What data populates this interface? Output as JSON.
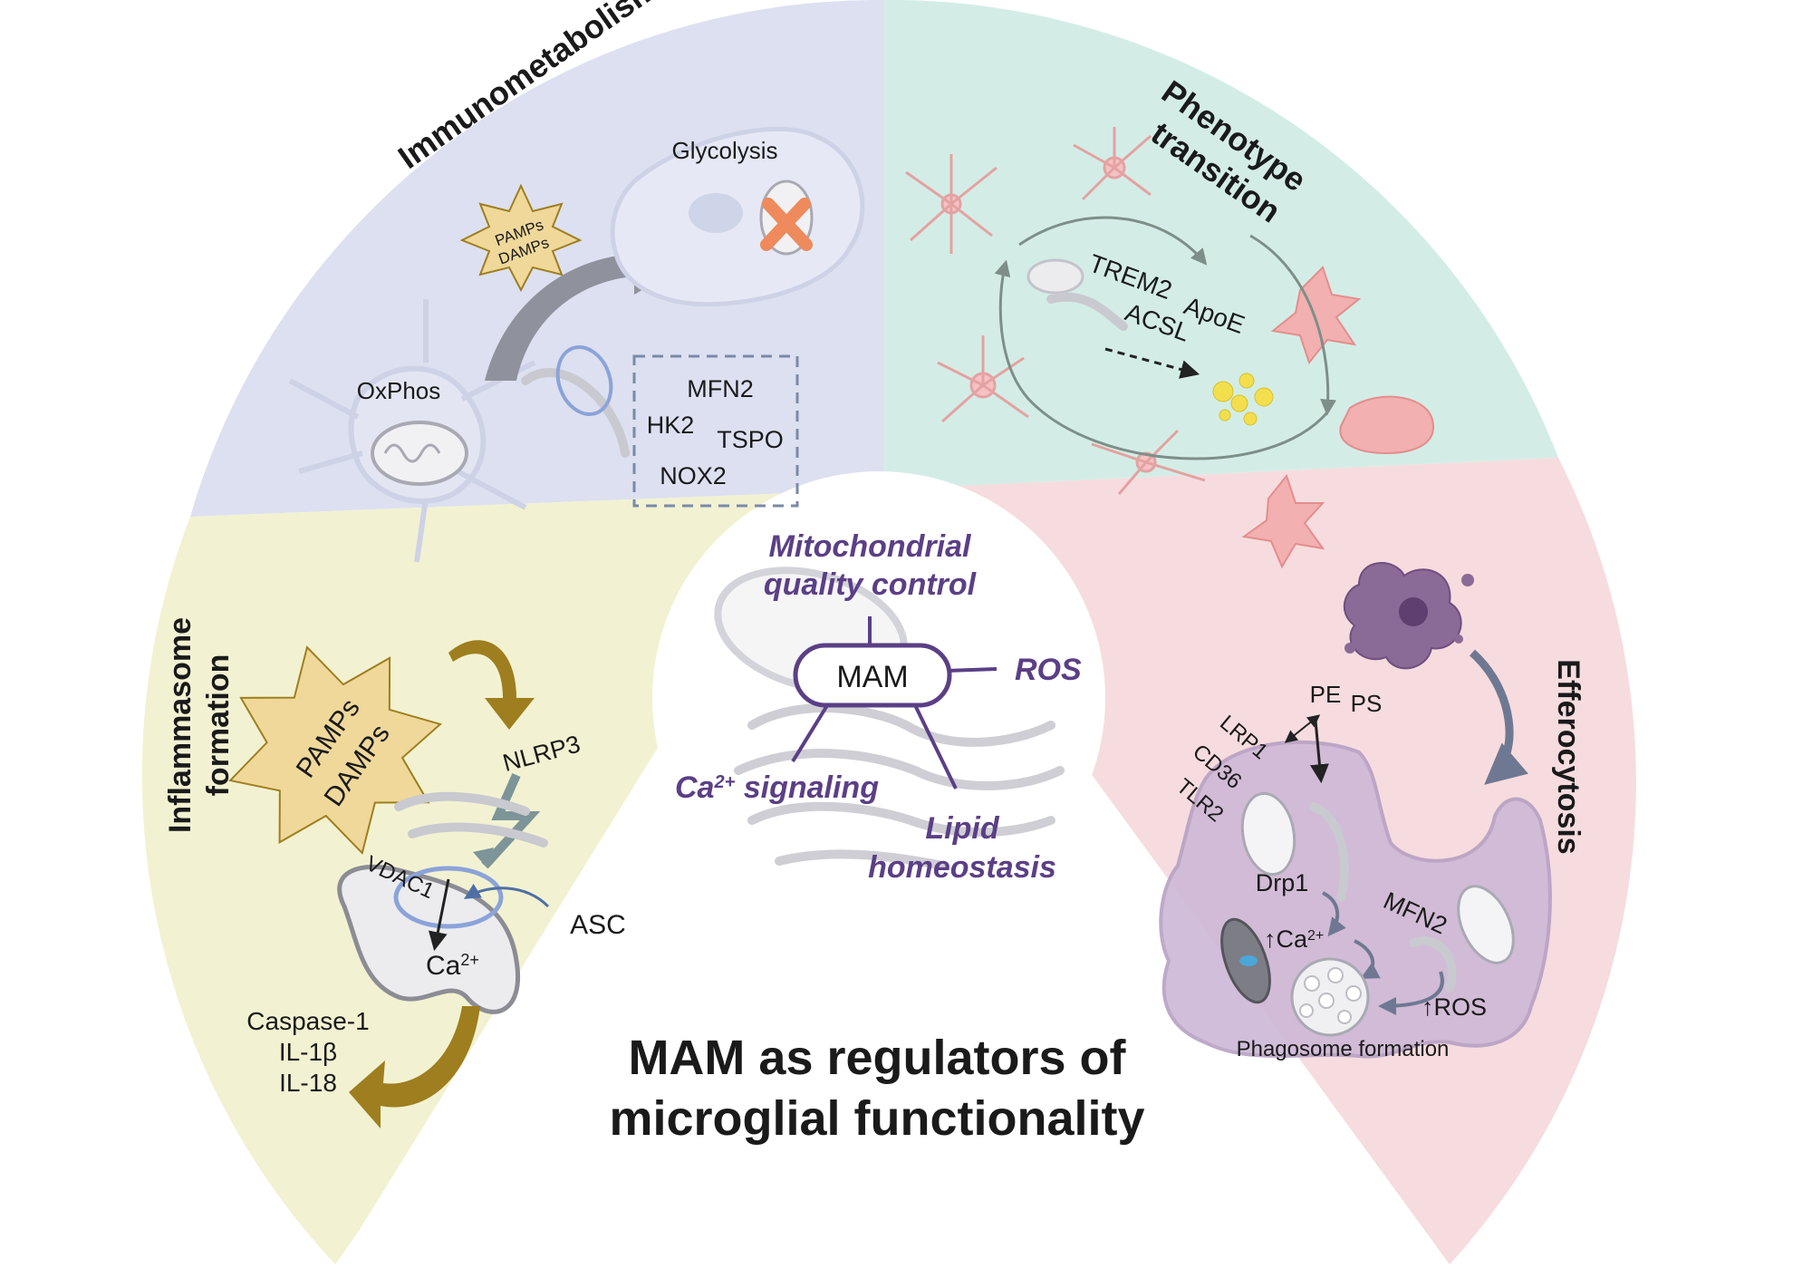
{
  "main_title": {
    "line1": "MAM as regulators of",
    "line2": "microglial functionality"
  },
  "center": {
    "hub_label": "MAM",
    "functions": {
      "mqc_line1": "Mitochondrial",
      "mqc_line2": "quality control",
      "ros": "ROS",
      "ca_prefix": "Ca",
      "ca_sup": "2+",
      "ca_suffix": " signaling",
      "lipid_line1": "Lipid",
      "lipid_line2": "homeostasis"
    }
  },
  "sectors": {
    "immunometabolism": {
      "title": "Immunometabolism",
      "stimulus_line1": "PAMPs",
      "stimulus_line2": "DAMPs",
      "glycolysis": "Glycolysis",
      "oxphos": "OxPhos",
      "box": {
        "mfn2": "MFN2",
        "hk2": "HK2",
        "tspo": "TSPO",
        "nox2": "NOX2"
      }
    },
    "phenotype": {
      "title_line1": "Phenotype",
      "title_line2": "transition",
      "trem2": "TREM2",
      "apoe": "ApoE",
      "acsl": "ACSL"
    },
    "inflammasome": {
      "title_line1": "Inflammasome",
      "title_line2": "formation",
      "stimulus_line1": "PAMPs",
      "stimulus_line2": "DAMPs",
      "nlrp3": "NLRP3",
      "vdac1": "VDAC1",
      "asc": "ASC",
      "ca": "Ca",
      "ca_sup": "2+",
      "out1": "Caspase-1",
      "out2": "IL-1β",
      "out3": "IL-18"
    },
    "efferocytosis": {
      "title": "Efferocytosis",
      "pe": "PE",
      "ps": "PS",
      "lrp1": "LRP1",
      "cd36": "CD36",
      "tlr2": "TLR2",
      "drp1": "Drp1",
      "mfn2": "MFN2",
      "ca_up": "↑Ca",
      "ca_sup": "2+",
      "ros_up": "↑ROS",
      "phagosome": "Phagosome formation"
    }
  },
  "colors": {
    "immunometabolism_bg": "#dde0f0",
    "phenotype_bg": "#d3ede6",
    "inflammasome_bg": "#f2f2d2",
    "efferocytosis_bg": "#f6dcde",
    "accent_purple": "#5b3f86",
    "arrow_gold": "#9e7e1e"
  }
}
